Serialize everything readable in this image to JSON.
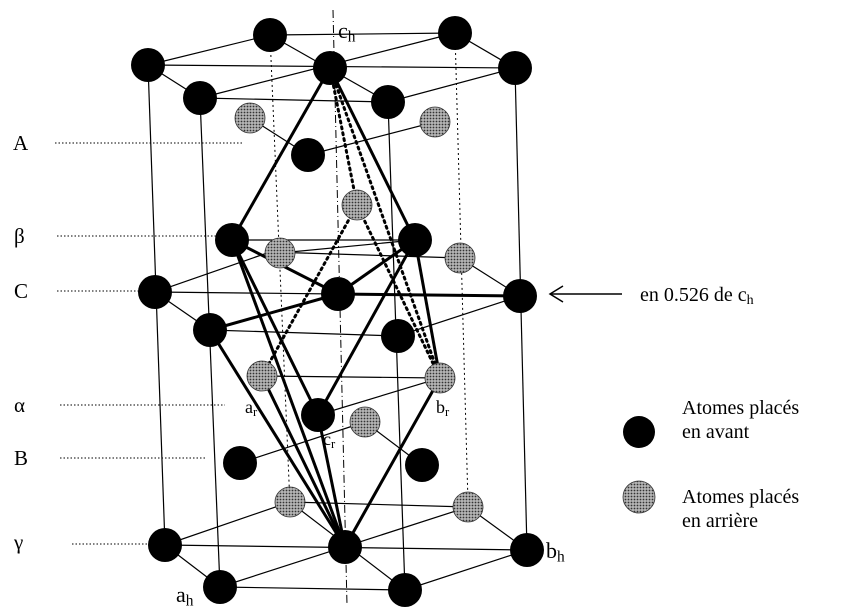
{
  "layers": [
    {
      "label": "A"
    },
    {
      "label": "β"
    },
    {
      "label": "C"
    },
    {
      "label": "α"
    },
    {
      "label": "B"
    },
    {
      "label": "γ"
    }
  ],
  "axes": {
    "c_h": {
      "main": "c",
      "sub": "h"
    },
    "a_h": {
      "main": "a",
      "sub": "h"
    },
    "b_h": {
      "main": "b",
      "sub": "h"
    }
  },
  "rhombo_labels": {
    "a_r": {
      "main": "a",
      "sub": "r"
    },
    "b_r": {
      "main": "b",
      "sub": "r"
    },
    "c_r": {
      "main": "c",
      "sub": "r"
    }
  },
  "annotation": {
    "text": "en 0.526 de c",
    "sub": "h"
  },
  "legend": {
    "front_line1": "Atomes placés",
    "front_line2": "en avant",
    "back_line1": "Atomes placés",
    "back_line2": "en arrière"
  },
  "colors": {
    "front_atom": "#000000",
    "back_atom": "#8a8a8a",
    "line": "#000000"
  }
}
